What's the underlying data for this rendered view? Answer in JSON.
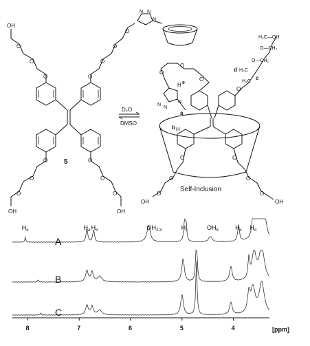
{
  "figure": {
    "compound_number": "5",
    "arrow_top_label": "D₂O",
    "arrow_bottom_label": "DMSO",
    "self_inclusion_label": "Self-Inclusion",
    "hydroxyl_label": "OH",
    "oxygen_label": "O",
    "ring_nitrogen_label": "N",
    "ring_h_label": "H",
    "atom_labels": {
      "a": "a",
      "b": "b",
      "c": "c",
      "d": "d",
      "e": "e"
    },
    "chain_labels": [
      "H₂C—OH",
      "O—CH₂",
      "H₂C",
      "O—CH₂",
      "H₂C"
    ]
  },
  "spectrum": {
    "trace_labels": [
      "A",
      "B",
      "C"
    ],
    "x_axis": {
      "ticks": [
        "8",
        "7",
        "6",
        "5",
        "4"
      ],
      "unit": "[ppm]",
      "range": [
        8.3,
        3.3
      ],
      "direction": "descending"
    },
    "peak_labels": [
      {
        "text": "H",
        "sub": "e",
        "ppm": 8.05
      },
      {
        "text": "H",
        "sub": "a",
        "ppm": 6.85
      },
      {
        "text": "H",
        "sub": "b",
        "ppm": 6.7
      },
      {
        "text": "OH",
        "sub": "2,3",
        "ppm": 5.62
      },
      {
        "text": "H",
        "sub": "1",
        "ppm": 4.95
      },
      {
        "text": "OH",
        "sub": "6",
        "ppm": 4.45
      },
      {
        "text": "H",
        "sub": "c",
        "ppm": 3.9
      },
      {
        "text": "H",
        "sub": "d",
        "ppm": 3.62
      }
    ]
  }
}
